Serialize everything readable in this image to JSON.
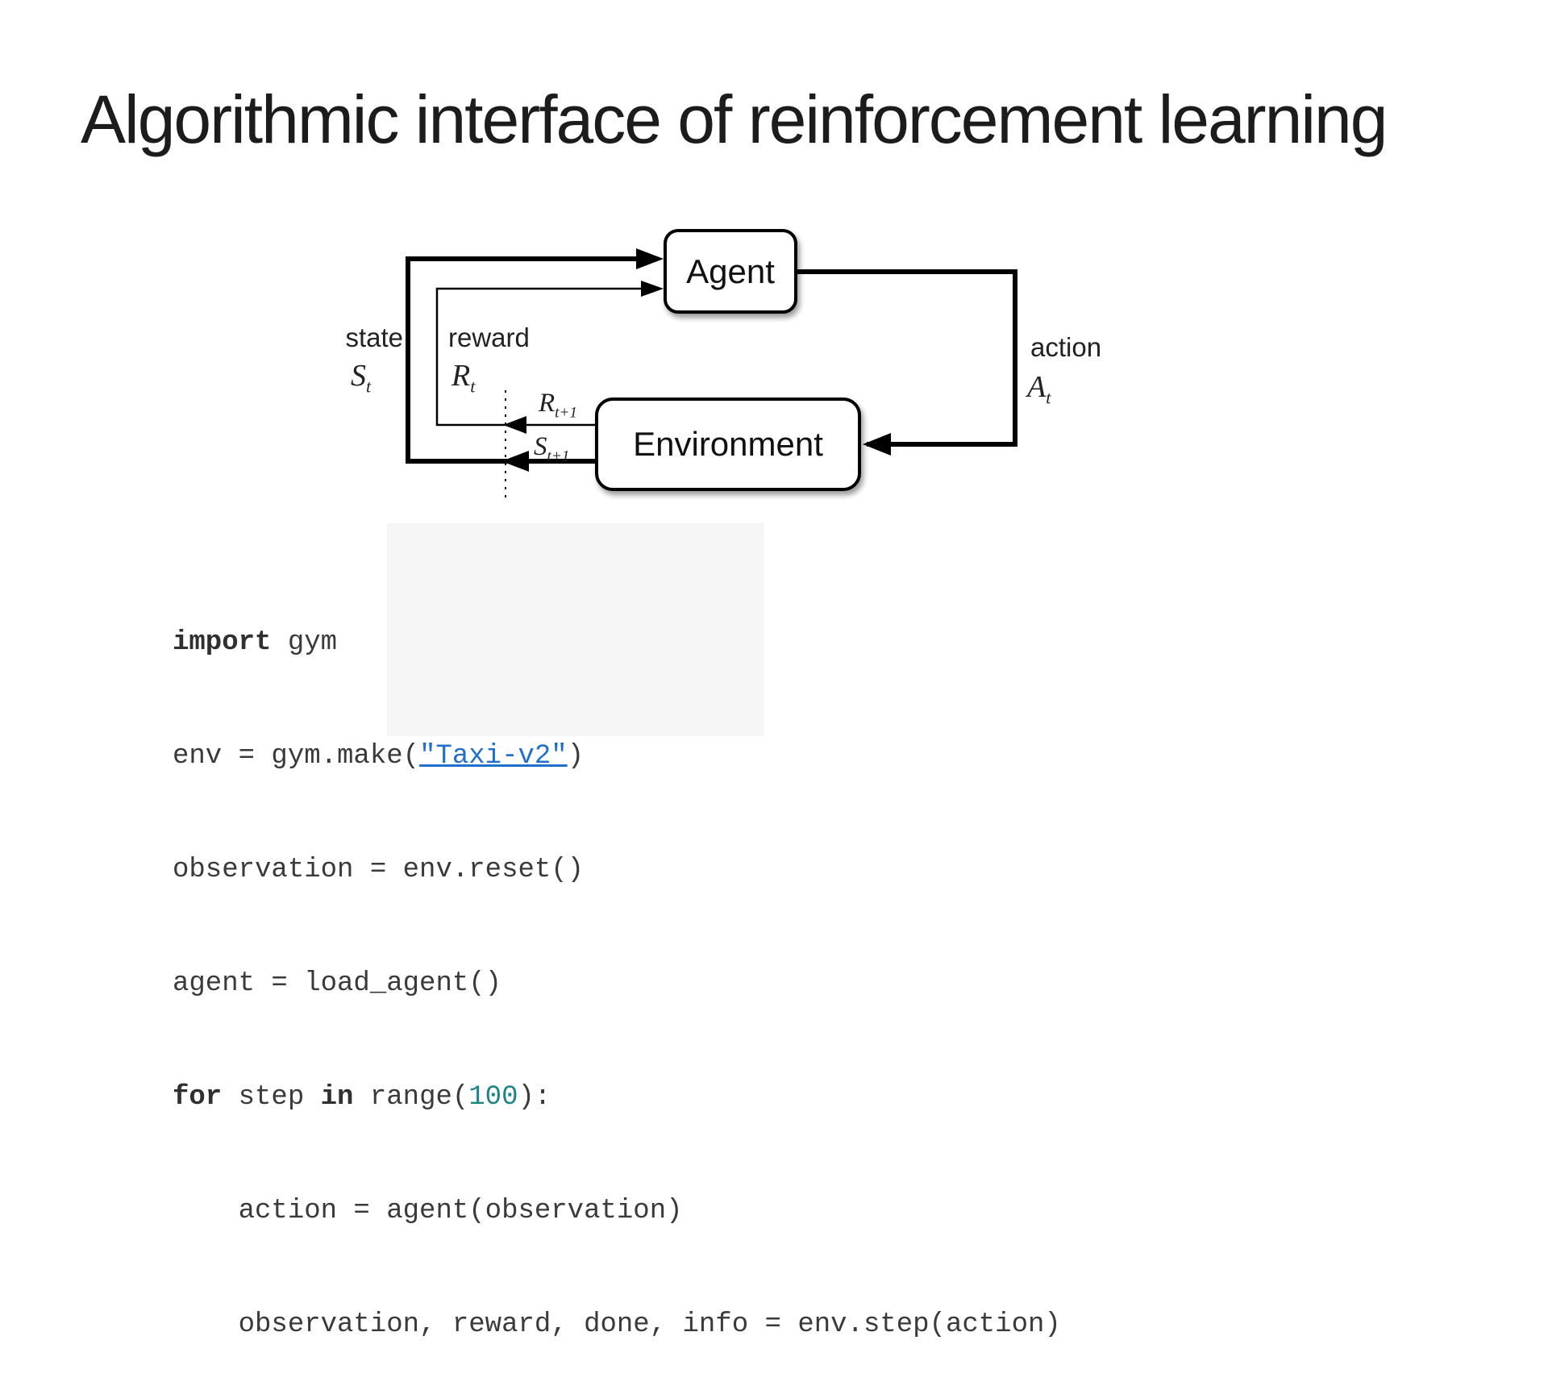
{
  "slide": {
    "title": "Algorithmic interface of reinforcement learning"
  },
  "diagram": {
    "agent_label": "Agent",
    "environment_label": "Environment",
    "state": {
      "word": "state",
      "base": "S",
      "sub": "t"
    },
    "reward": {
      "word": "reward",
      "base": "R",
      "sub": "t"
    },
    "action": {
      "word": "action",
      "base": "A",
      "sub": "t"
    },
    "reward_next": {
      "base": "R",
      "sub": "t+1"
    },
    "state_next": {
      "base": "S",
      "sub": "t+1"
    },
    "line_color": "#000000",
    "box_fill": "#ffffff"
  },
  "code": {
    "colors": {
      "default": "#3a3a3a",
      "number": "#1a8585",
      "string_link": "#1f6fd0"
    },
    "lines": [
      {
        "segments": [
          {
            "text": "import",
            "style": "kw"
          },
          {
            "text": " gym",
            "style": "plain"
          }
        ]
      },
      {
        "segments": [
          {
            "text": "env = gym.make(",
            "style": "plain"
          },
          {
            "text": "\"Taxi-v2\"",
            "style": "link"
          },
          {
            "text": ")",
            "style": "plain"
          }
        ]
      },
      {
        "segments": [
          {
            "text": "observation = env.reset()",
            "style": "plain"
          }
        ]
      },
      {
        "segments": [
          {
            "text": "agent = load_agent()",
            "style": "plain"
          }
        ]
      },
      {
        "segments": [
          {
            "text": "for",
            "style": "kw"
          },
          {
            "text": " step ",
            "style": "plain"
          },
          {
            "text": "in",
            "style": "kw"
          },
          {
            "text": " range(",
            "style": "plain"
          },
          {
            "text": "100",
            "style": "num"
          },
          {
            "text": "):",
            "style": "plain"
          }
        ]
      },
      {
        "segments": [
          {
            "text": "    action = agent(observation)",
            "style": "plain"
          }
        ]
      },
      {
        "segments": [
          {
            "text": "    observation, reward, done, info = env.step(action)",
            "style": "plain"
          }
        ]
      }
    ]
  }
}
